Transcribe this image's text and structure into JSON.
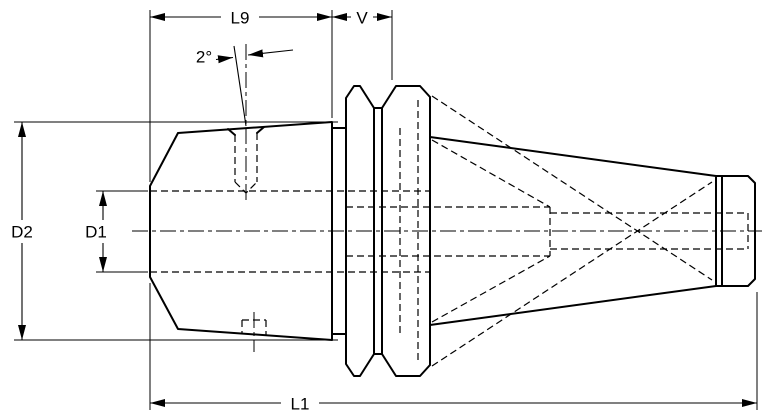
{
  "drawing": {
    "background": "#ffffff",
    "line_color": "#000000",
    "dimensions": {
      "l9": {
        "label": "L9"
      },
      "v": {
        "label": "V"
      },
      "taper_angle": {
        "label": "2°"
      },
      "d2": {
        "label": "D2"
      },
      "d1": {
        "label": "D1"
      },
      "l1": {
        "label": "L1"
      }
    }
  }
}
